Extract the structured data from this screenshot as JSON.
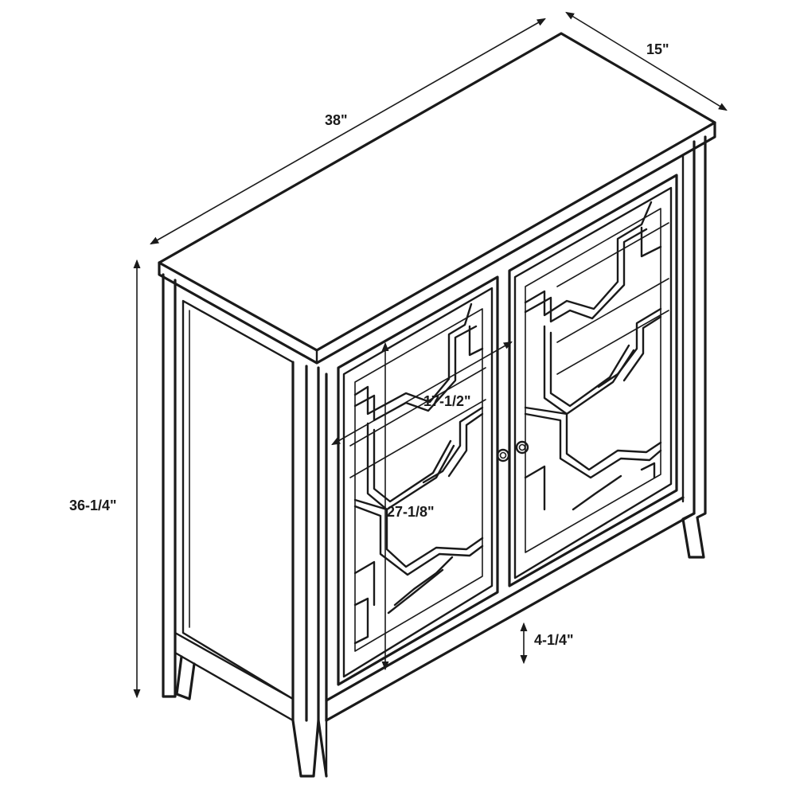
{
  "dimensions": {
    "width": "38\"",
    "depth": "15\"",
    "height": "36-1/4\"",
    "door_width": "17-1/2\"",
    "door_height": "27-1/8\"",
    "leg_height": "4-1/4\""
  },
  "colors": {
    "line": "#1a1a1a",
    "background": "#ffffff"
  }
}
